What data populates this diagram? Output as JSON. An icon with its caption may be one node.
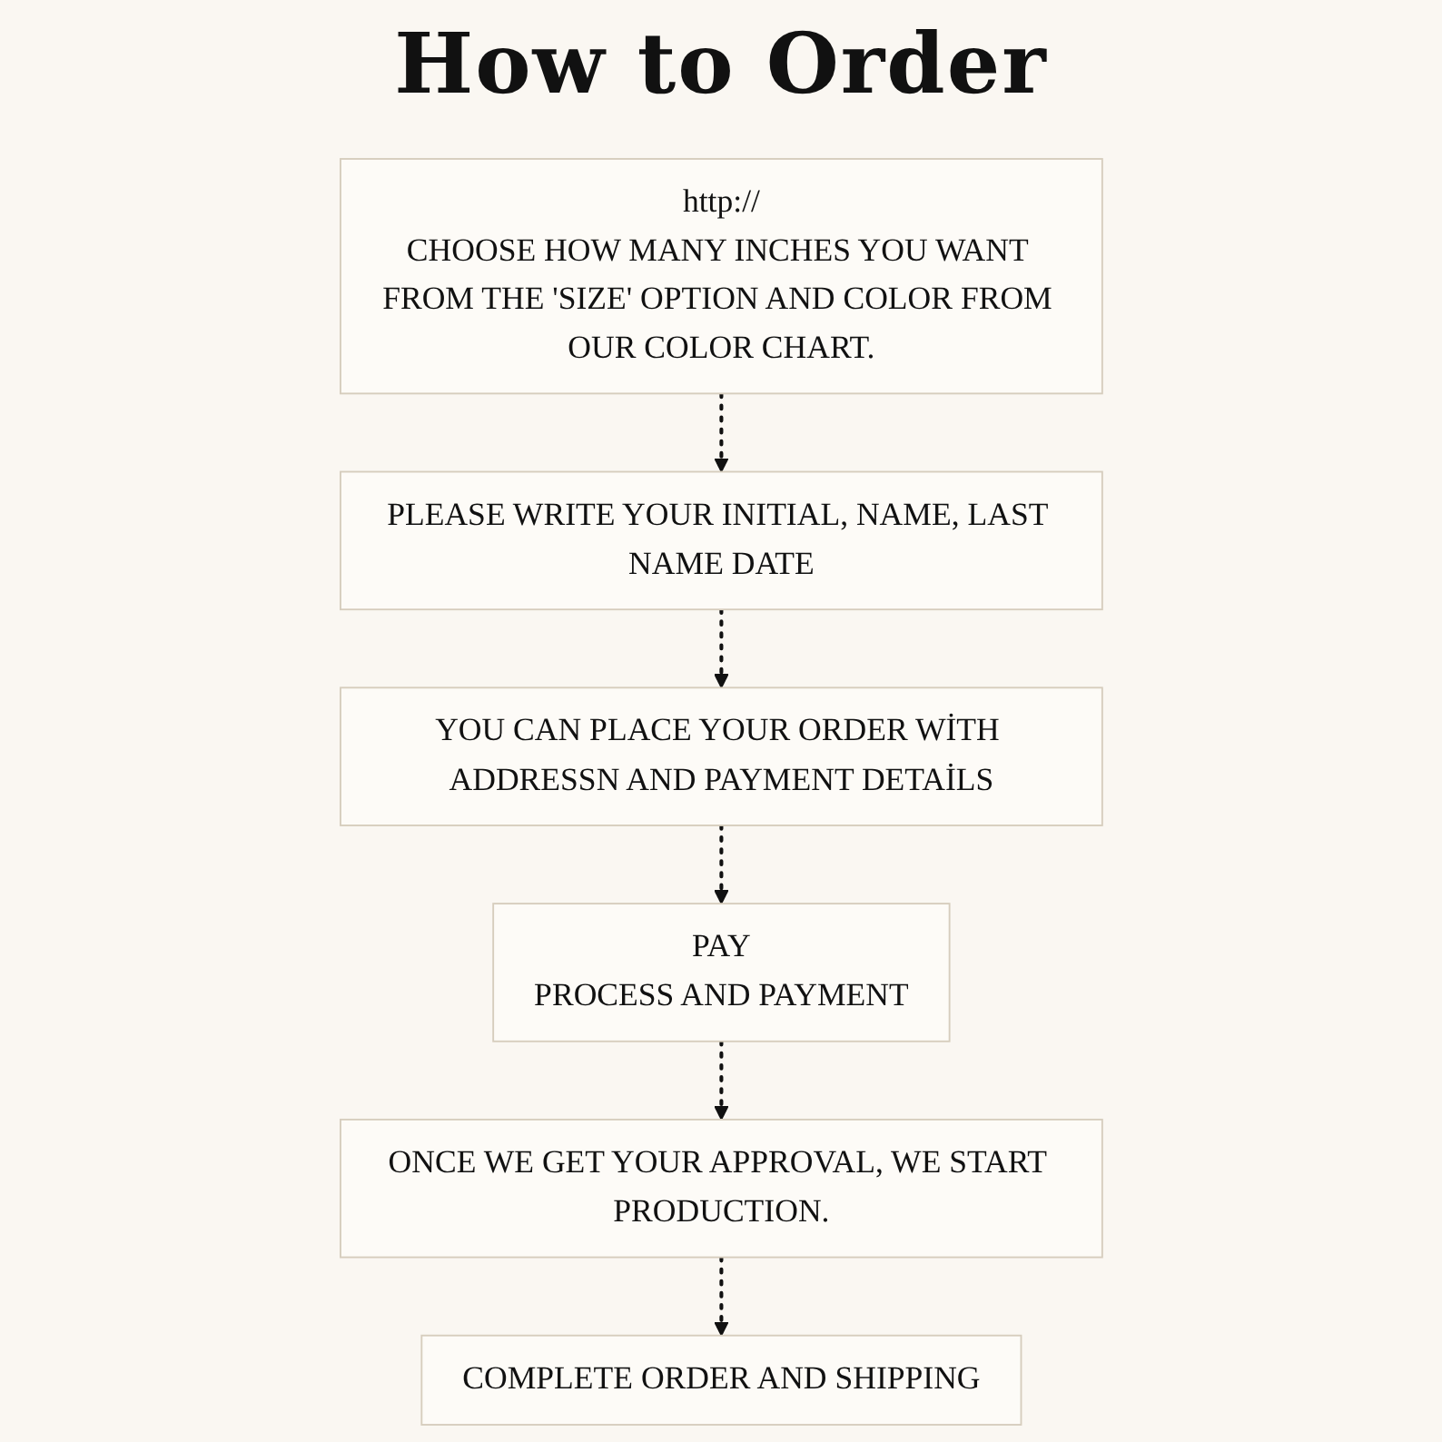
{
  "diagram": {
    "title": "How to Order",
    "nodes": [
      {
        "text": [
          "http://",
          "CHOOSE HOW MANY INCHES YOU WANT FROM THE 'SIZE' OPTION AND COLOR FROM OUR COLOR CHART."
        ]
      },
      {
        "text": [
          "PLEASE WRITE YOUR INITIAL, NAME, LAST NAME DATE"
        ]
      },
      {
        "text": [
          "YOU CAN PLACE YOUR ORDER WİTH ADDRESSN AND PAYMENT DETAİLS"
        ]
      },
      {
        "text": [
          "PAY",
          "PROCESS AND PAYMENT"
        ]
      },
      {
        "text": [
          "ONCE WE GET YOUR APPROVAL, WE START PRODUCTION."
        ]
      },
      {
        "text": [
          "COMPLETE ORDER AND SHIPPING"
        ]
      }
    ],
    "edges": [
      {
        "from": 0,
        "to": 1,
        "arrow": "to",
        "style": "dashed"
      },
      {
        "from": 1,
        "to": 2,
        "arrow": "to",
        "style": "dashed"
      },
      {
        "from": 2,
        "to": 3,
        "arrow": "to",
        "style": "dashed"
      },
      {
        "from": 3,
        "to": 4,
        "arrow": "to",
        "style": "dashed"
      },
      {
        "from": 4,
        "to": 5,
        "arrow": "to",
        "style": "dashed"
      }
    ]
  }
}
